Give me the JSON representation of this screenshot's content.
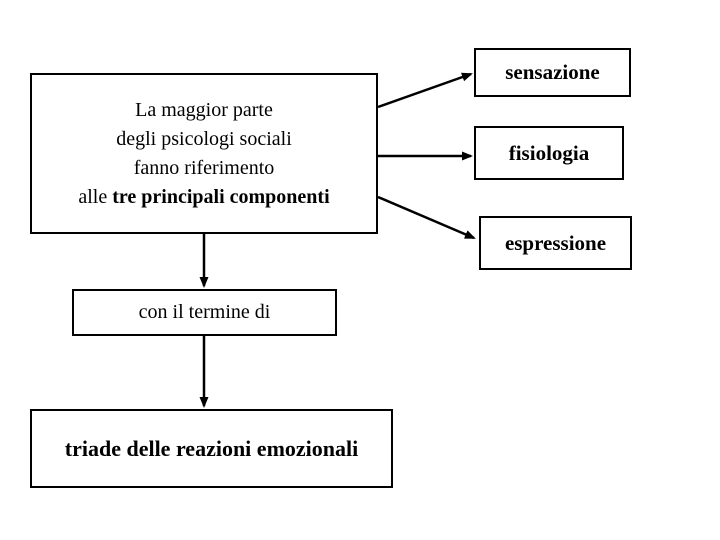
{
  "colors": {
    "background": "#ffffff",
    "box_border": "#000000",
    "text": "#000000",
    "arrow": "#000000"
  },
  "diagram": {
    "main_box": {
      "line1": "La maggior parte",
      "line2": "degli psicologi sociali",
      "line3": "fanno riferimento",
      "line4_regular": "alle",
      "line4_bold": "tre principali componenti"
    },
    "components": [
      {
        "label": "sensazione"
      },
      {
        "label": "fisiologia"
      },
      {
        "label": "espressione"
      }
    ],
    "term_box": {
      "label": "con il termine di"
    },
    "result_box": {
      "label": "triade delle reazioni emozionali"
    }
  }
}
